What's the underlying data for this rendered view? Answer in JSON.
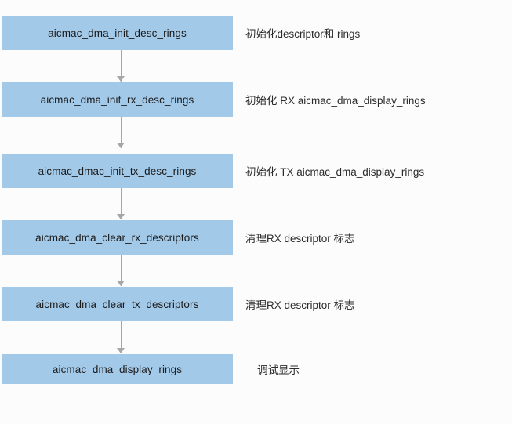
{
  "diagram": {
    "title": "aicmac_dma_init_desc_rings call flow",
    "type": "flowchart",
    "orientation": "vertical",
    "colors": {
      "node_fill": "#a3c9e8",
      "connector": "#a6a6a6",
      "background": "#fcfcfc",
      "text": "#1b1b1b"
    },
    "nodes": [
      {
        "id": "node-1",
        "label": "aicmac_dma_init_desc_rings",
        "note": "初始化descriptor和 rings",
        "note_indented": false
      },
      {
        "id": "node-2",
        "label": "aicmac_dma_init_rx_desc_rings",
        "note": "初始化 RX aicmac_dma_display_rings",
        "note_indented": false
      },
      {
        "id": "node-3",
        "label": "aicmac_dmac_init_tx_desc_rings",
        "note": "初始化 TX aicmac_dma_display_rings",
        "note_indented": false
      },
      {
        "id": "node-4",
        "label": "aicmac_dma_clear_rx_descriptors",
        "note": "清理RX descriptor 标志",
        "note_indented": false
      },
      {
        "id": "node-5",
        "label": "aicmac_dma_clear_tx_descriptors",
        "note": "清理RX descriptor 标志",
        "note_indented": false
      },
      {
        "id": "node-6",
        "label": "aicmac_dma_display_rings",
        "note": "调试显示",
        "note_indented": true
      }
    ],
    "connectors": [
      {
        "from": "node-1",
        "to": "node-2"
      },
      {
        "from": "node-2",
        "to": "node-3"
      },
      {
        "from": "node-3",
        "to": "node-4"
      },
      {
        "from": "node-4",
        "to": "node-5"
      },
      {
        "from": "node-5",
        "to": "node-6"
      }
    ]
  }
}
